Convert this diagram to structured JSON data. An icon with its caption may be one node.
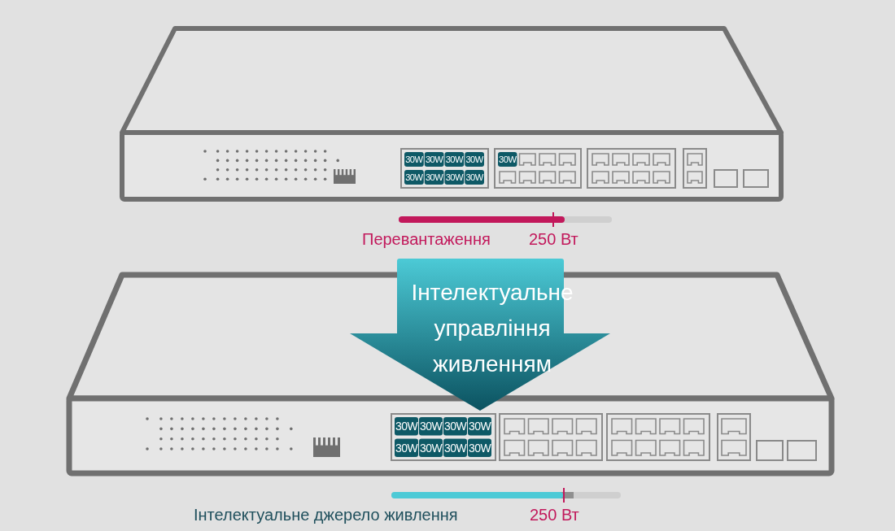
{
  "diagram": {
    "nodes": [
      {
        "text": [],
        "shape": "box"
      },
      {
        "text": [
          "Інтелектуальне управління живленням"
        ]
      },
      {
        "text": [],
        "shape": "box"
      }
    ],
    "labels": [
      "30W",
      "30W",
      "30W",
      "30W",
      "30W",
      "30W",
      "30W",
      "30W",
      "30W",
      "Перевантаження",
      "250 Вт",
      "30W",
      "30W",
      "30W",
      "30W",
      "30W",
      "30W",
      "30W",
      "30W",
      "Інтелектуальне джерело живлення",
      "250 Вт"
    ]
  }
}
